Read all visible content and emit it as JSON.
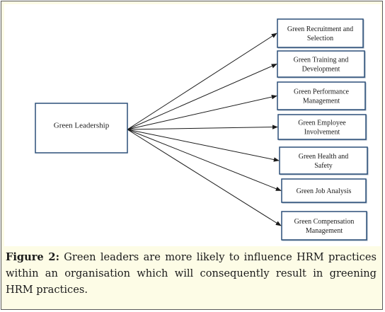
{
  "diagram": {
    "source_node": "Green Leadership",
    "target_nodes": [
      [
        "Green Recruitment and",
        "Selection"
      ],
      [
        "Green Training and",
        "Development"
      ],
      [
        "Green Performance",
        "Management"
      ],
      [
        "Green Employee",
        "Involvement"
      ],
      [
        "Green Health and",
        "Safety"
      ],
      [
        "Green Job Analysis"
      ],
      [
        "Green Compensation",
        "Management"
      ]
    ],
    "colors": {
      "box_fill": "#ffffff",
      "target_border": "#2b4f79",
      "source_border": "#2b4f79",
      "arrow": "#1a1a1a",
      "caption_background": "#fdfce6"
    }
  },
  "caption": {
    "label": "Figure 2:",
    "text": " Green leaders are more likely to influence HRM practices within an organisation which will consequently result in greening HRM practices."
  }
}
